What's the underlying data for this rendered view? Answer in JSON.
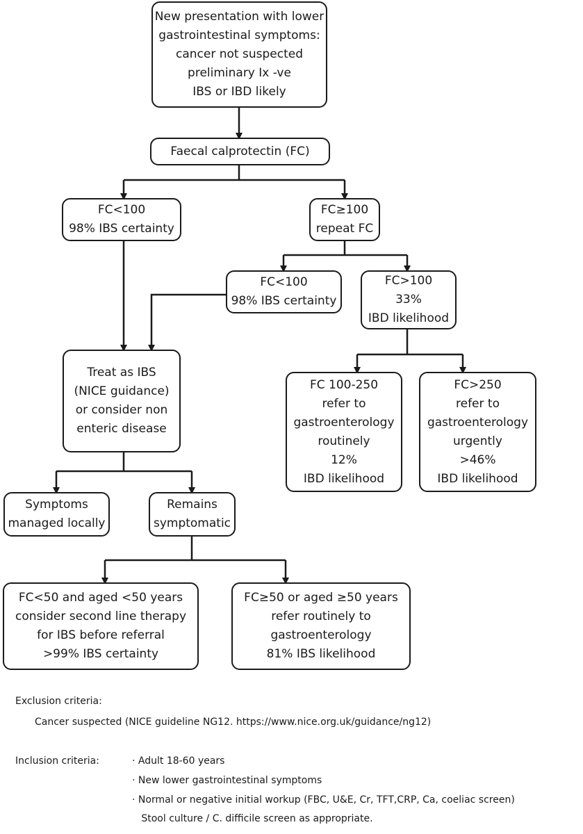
{
  "boxes": {
    "start": [
      "New presentation with lower",
      "gastrointestinal symptoms:",
      "cancer not suspected",
      "preliminary Ix -ve",
      "IBS or IBD likely"
    ],
    "fc": [
      "Faecal calprotectin (FC)"
    ],
    "fc_low": [
      "FC<100",
      "98% IBS certainty"
    ],
    "fc_high": [
      "FC≥100",
      "repeat FC"
    ],
    "repeat_low": [
      "FC<100",
      "98% IBS certainty"
    ],
    "repeat_high": [
      "FC>100",
      "33%",
      "IBD likelihood"
    ],
    "treat_ibs": [
      "Treat as IBS",
      "(NICE guidance)",
      "or consider non",
      "enteric disease"
    ],
    "fc_100_250": [
      "FC 100-250",
      "refer to",
      "gastroenterology",
      "routinely",
      "12%",
      "IBD likelihood"
    ],
    "fc_over_250": [
      "FC>250",
      "refer to",
      "gastroenterology",
      "urgently",
      ">46%",
      "IBD likelihood"
    ],
    "managed_locally": [
      "Symptoms",
      "managed locally"
    ],
    "remains_symptomatic": [
      "Remains",
      "symptomatic"
    ],
    "second_line": [
      "FC<50 and aged <50 years",
      "consider second line therapy",
      "for IBS before referral",
      ">99% IBS certainty"
    ],
    "refer_routinely": [
      "FC≥50 or aged ≥50 years",
      "refer routinely to",
      "gastroenterology",
      "81% IBS likelihood"
    ]
  },
  "notes": {
    "exclusion_heading": "Exclusion criteria:",
    "exclusion_item": "Cancer suspected  (NICE guideline NG12. https://www.nice.org.uk/guidance/ng12)",
    "inclusion_heading": "Inclusion criteria:",
    "inclusion_items": [
      "·  Adult 18-60 years",
      "·  New lower gastrointestinal symptoms",
      "·  Normal or negative initial workup (FBC, U&E, Cr, TFT,CRP, Ca, coeliac screen)",
      "   Stool culture / C. difficile screen as appropriate."
    ]
  }
}
